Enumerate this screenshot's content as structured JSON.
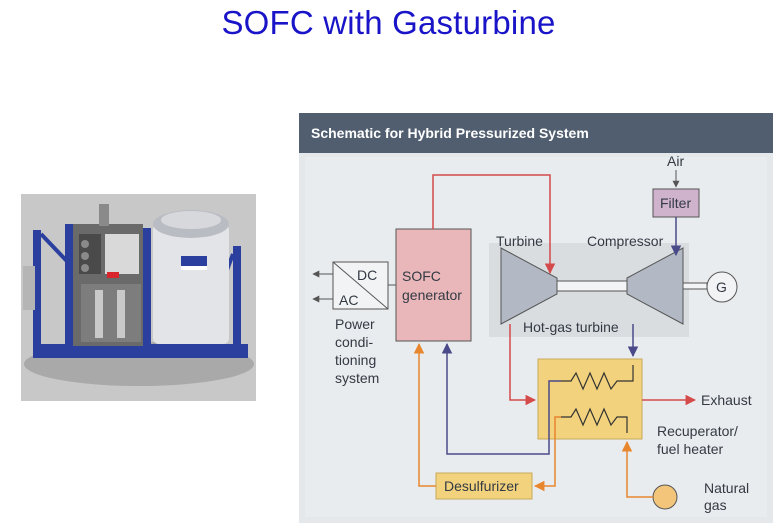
{
  "slide": {
    "title": "SOFC with Gasturbine"
  },
  "schematic": {
    "header": "Schematic for Hybrid Pressurized System",
    "blocks": {
      "dc": "DC",
      "ac": "AC",
      "sofc_line1": "SOFC",
      "sofc_line2": "generator",
      "turbine": "Turbine",
      "compressor": "Compressor",
      "air": "Air",
      "filter": "Filter",
      "generator_symbol": "G",
      "hot_gas_turbine": "Hot-gas turbine",
      "exhaust": "Exhaust",
      "recuperator_line1": "Recuperator/",
      "recuperator_line2": "fuel heater",
      "desulfurizer": "Desulfurizer",
      "natural_gas_line1": "Natural",
      "natural_gas_line2": "gas",
      "power_line1": "Power",
      "power_line2": "condi-",
      "power_line3": "tioning",
      "power_line4": "system"
    },
    "colors": {
      "header_bg": "#515e6f",
      "sofc_fill": "#e9b7b9",
      "recuperator_fill": "#f2d27c",
      "filter_fill": "#cfb3cc",
      "red_flow": "#d44a4a",
      "purple_flow": "#4a4a8a",
      "orange_flow": "#e8862e",
      "title_color": "#1a14c8"
    }
  }
}
